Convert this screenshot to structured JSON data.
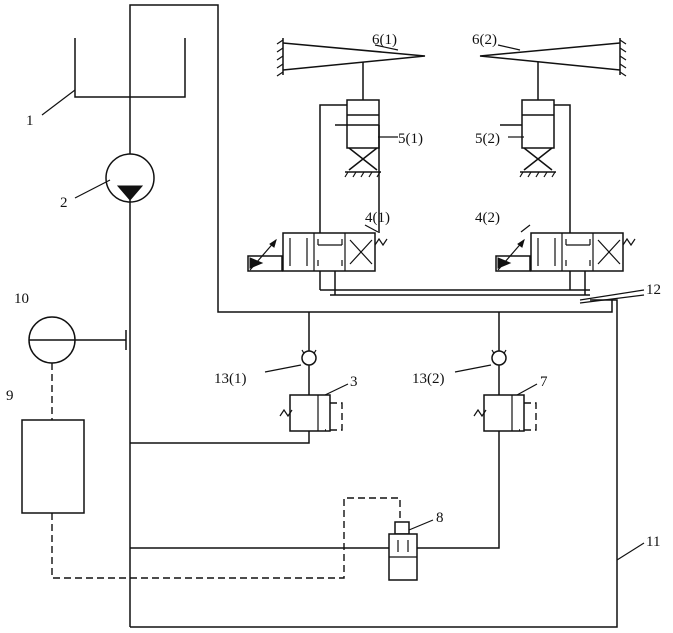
{
  "labels": {
    "tank": "1",
    "pump": "2",
    "valve_3": "3",
    "valve_4_1": "4(1)",
    "valve_4_2": "4(2)",
    "cyl_5_1": "5(1)",
    "cyl_5_2": "5(2)",
    "beam_6_1": "6(1)",
    "beam_6_2": "6(2)",
    "valve_7": "7",
    "valve_8": "8",
    "controller_9": "9",
    "accumulator_10": "10",
    "line_11": "11",
    "line_12": "12",
    "check_13_1": "13(1)",
    "check_13_2": "13(2)"
  },
  "colors": {
    "line": "#111111",
    "background": "#ffffff"
  }
}
